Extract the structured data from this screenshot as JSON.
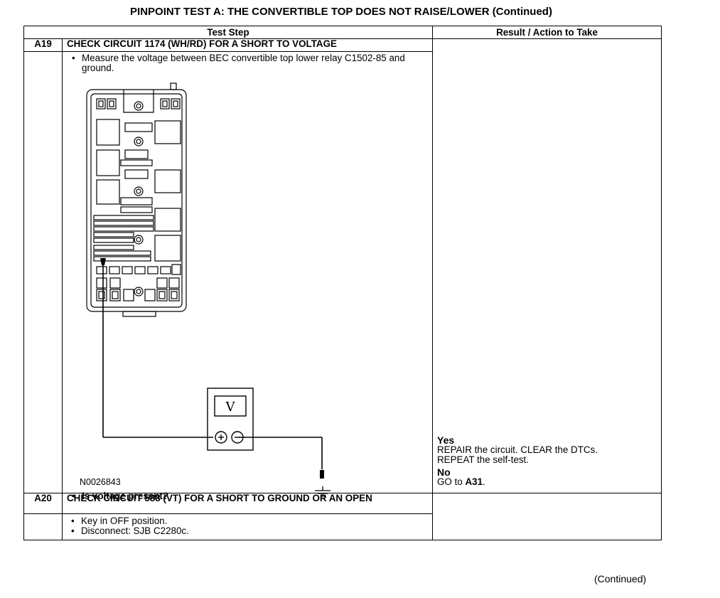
{
  "title": "PINPOINT TEST  A: THE CONVERTIBLE TOP DOES NOT RAISE/LOWER (Continued)",
  "headers": {
    "test_step": "Test Step",
    "result": "Result / Action to Take"
  },
  "steps": [
    {
      "id": "A19",
      "title": "CHECK CIRCUIT 1174 (WH/RD) FOR A SHORT TO VOLTAGE",
      "instruction": "Measure the voltage between BEC convertible top lower relay C1502-85 and ground.",
      "figure_id": "N0026843",
      "meter_symbol": "V",
      "question": "Is voltage present?",
      "yes_label": "Yes",
      "yes_text_1": "REPAIR the circuit. CLEAR the DTCs.",
      "yes_text_2": "REPEAT the self-test.",
      "no_label": "No",
      "no_text": "GO to ",
      "no_target": "A31",
      "no_after": "."
    },
    {
      "id": "A20",
      "title": "CHECK CIRCUIT 588 (VT) FOR A SHORT TO GROUND OR AN OPEN",
      "bullets": [
        "Key in OFF position.",
        "Disconnect: SJB C2280c."
      ]
    }
  ],
  "footer": "(Continued)"
}
